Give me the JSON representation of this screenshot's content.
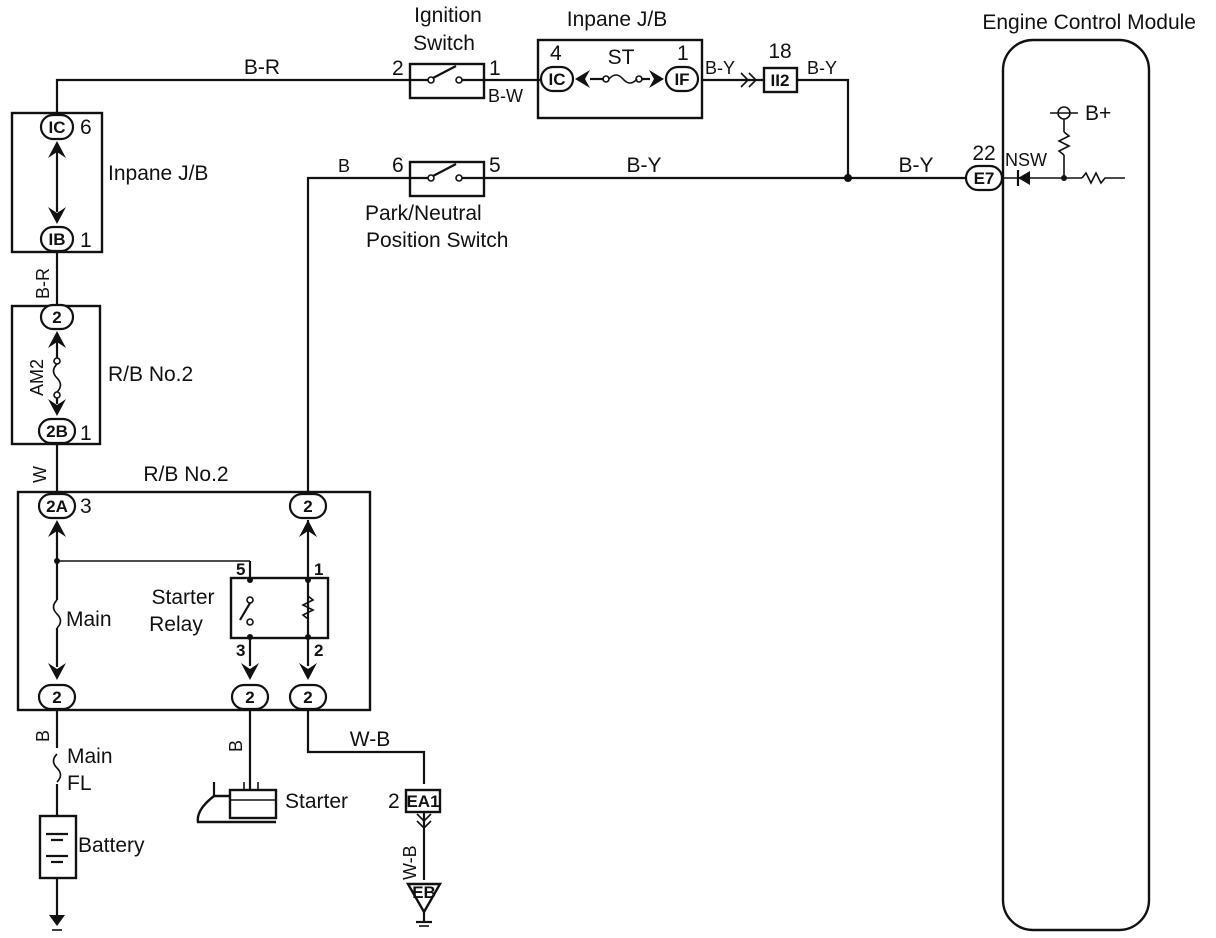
{
  "labels": {
    "ecm": "Engine Control Module",
    "ignition_line1": "Ignition",
    "ignition_line2": "Switch",
    "inpane_jb_top": "Inpane J/B",
    "inpane_jb_left": "Inpane J/B",
    "rb_no2_mid": "R/B No.2",
    "rb_no2_main": "R/B No.2",
    "pn_line1": "Park/Neutral",
    "pn_line2": "Position Switch",
    "starter_relay_line1": "Starter",
    "starter_relay_line2": "Relay",
    "main_fuse": "Main",
    "main_fl_line1": "Main",
    "main_fl_line2": "FL",
    "battery": "Battery",
    "starter": "Starter",
    "st_fuse": "ST",
    "am2_fuse": "AM2",
    "b_plus": "B+",
    "nsw": "NSW"
  },
  "wires": {
    "b_r_top": "B-R",
    "b_w": "B-W",
    "b_y_if": "B-Y",
    "b_y_ii2": "B-Y",
    "b_pn": "B",
    "b_y_main": "B-Y",
    "b_y_ecm": "B-Y",
    "b_r_vert": "B-R",
    "w_vert": "W",
    "b_main": "B",
    "b_starter": "B",
    "w_b_h": "W-B",
    "w_b_v": "W-B"
  },
  "connectors": {
    "ic_top": "IC",
    "if_top": "IF",
    "ic_left": "IC",
    "ib_left": "IB",
    "c2_am2_top": "2",
    "c2b": "2B",
    "c2a": "2A",
    "c2_rb_top_right": "2",
    "c2_bot_left": "2",
    "c2_bot_mid": "2",
    "c2_bot_right": "2",
    "e7": "E7",
    "ii2": "II2",
    "ea1": "EA1",
    "eb": "EB"
  },
  "pins": {
    "ign_2": "2",
    "ign_1": "1",
    "jb_4": "4",
    "jb_1": "1",
    "ii2_18": "18",
    "ic_6": "6",
    "ib_1": "1",
    "b2_1": "1",
    "a2_3": "3",
    "pn_6": "6",
    "pn_5": "5",
    "ecm_22": "22",
    "relay_5": "5",
    "relay_1": "1",
    "relay_3": "3",
    "relay_2": "2",
    "ea1_2": "2"
  }
}
